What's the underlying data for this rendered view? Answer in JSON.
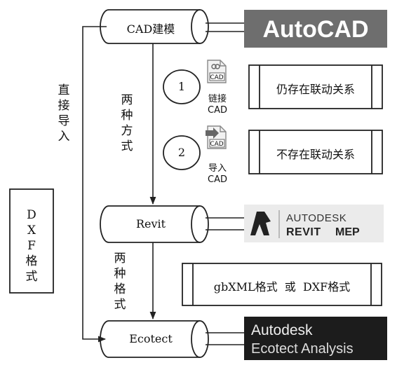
{
  "nodes": {
    "cad": "CAD建模",
    "revit": "Revit",
    "ecotect": "Ecotect"
  },
  "methods": {
    "one": {
      "number": "1",
      "icon_text": "CAD",
      "caption": "链接\nCAD",
      "relation": "仍存在联动关系"
    },
    "two": {
      "number": "2",
      "icon_text": "CAD",
      "caption": "导入\nCAD",
      "relation": "不存在联动关系"
    }
  },
  "labels": {
    "direct_import": "直接导入",
    "two_ways": "两种方式",
    "two_formats": "两种格式",
    "dxf_format": "DXF格式",
    "format_box": "gbXML格式  或  DXF格式"
  },
  "logos": {
    "autocad": "AutoCAD",
    "revit_top": "AUTODESK",
    "revit_bottom": "REVIT",
    "revit_mep": "MEP",
    "ecotect_top": "Autodesk",
    "ecotect_bottom": "Ecotect Analysis"
  },
  "colors": {
    "autocad_bg": "#6e6e6e",
    "ecotect_bg": "#1c1c1c",
    "revit_bg": "#ebebeb"
  }
}
